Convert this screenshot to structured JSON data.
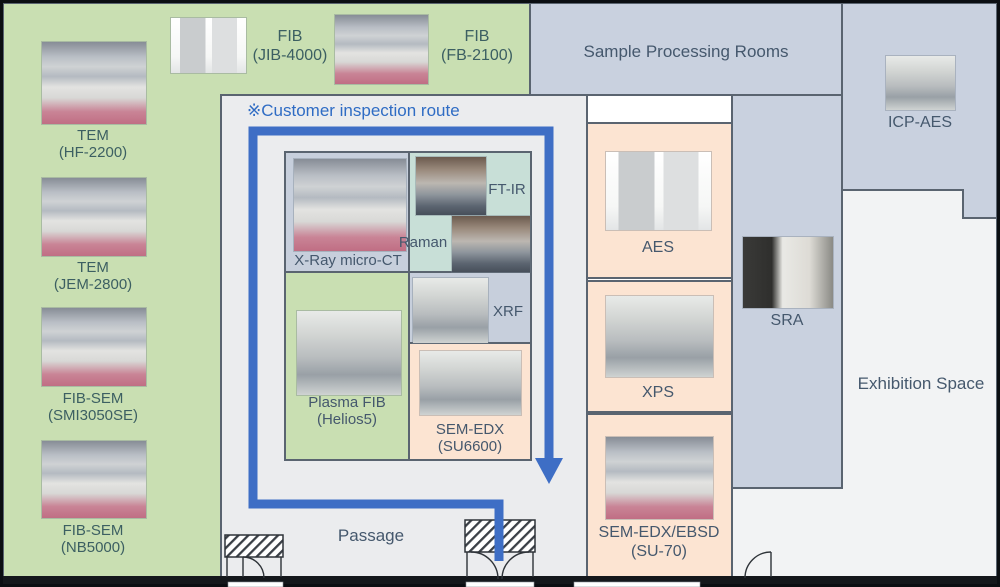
{
  "colors": {
    "route_blue": "#3e6ec5",
    "title_blue": "#2f6cc4",
    "green_room": "#c9dfb2",
    "blue_gray_room": "#c9d1df",
    "inner_blue_gray_room": "#c7cfdc",
    "peach_room": "#fce4d2",
    "teal_room": "#c8dfd7",
    "central_floor": "#ebecee",
    "exhibition_floor": "#f2f3f4",
    "wall": "#5a6470",
    "label_slate": "#45586d",
    "label_green_area": "#3c5f62"
  },
  "route": {
    "title": "※Customer inspection route"
  },
  "left_column": {
    "items": [
      {
        "name": "TEM",
        "model": "(HF-2200)"
      },
      {
        "name": "TEM",
        "model": "(JEM-2800)"
      },
      {
        "name": "FIB-SEM",
        "model": "(SMI3050SE)"
      },
      {
        "name": "FIB-SEM",
        "model": "(NB5000)"
      }
    ]
  },
  "top_row": {
    "items": [
      {
        "name": "FIB",
        "model": "(JIB-4000)"
      },
      {
        "name": "FIB",
        "model": "(FB-2100)"
      }
    ]
  },
  "inspection_rooms": {
    "xray_ct": "X-Ray micro-CT",
    "ftir": "FT-IR",
    "raman": "Raman",
    "xrf": "XRF",
    "plasma_fib": {
      "name": "Plasma FIB",
      "model": "(Helios5)"
    },
    "sem_edx": {
      "name": "SEM-EDX",
      "model": "(SU6600)"
    }
  },
  "right_wing": {
    "sample_processing": "Sample Processing Rooms",
    "icp_aes": "ICP-AES",
    "aes": "AES",
    "xps": "XPS",
    "sra": "SRA",
    "sem_edx_ebsd": {
      "name": "SEM-EDX/EBSD",
      "model": "(SU-70)"
    },
    "exhibition": "Exhibition Space"
  },
  "passage_label": "Passage"
}
